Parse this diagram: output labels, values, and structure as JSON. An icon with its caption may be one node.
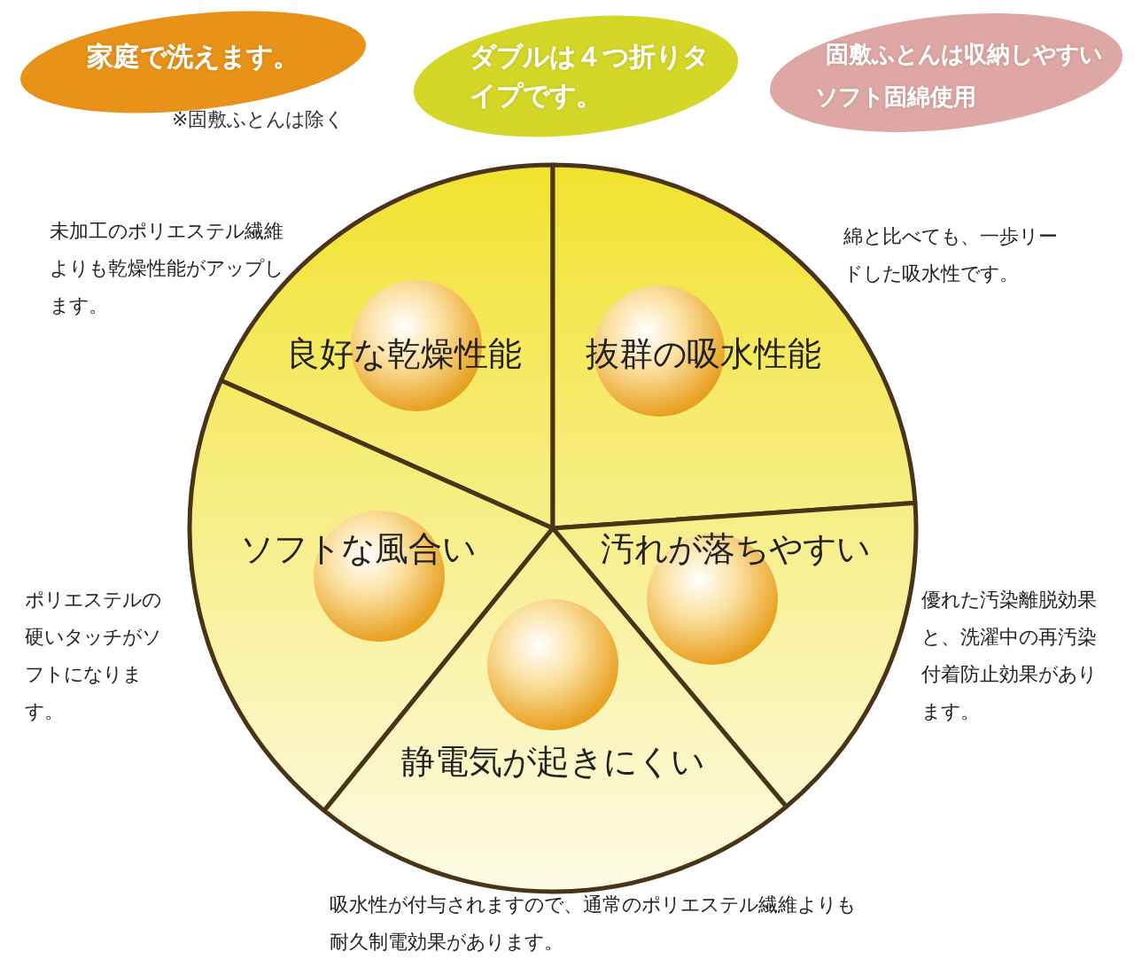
{
  "diagram": {
    "nodes": [
      {
        "text": [
          "家庭で洗えます。",
          "※固敷ふとんは除く"
        ]
      },
      {
        "text": [
          "ダブルは４つ折りタイプです。"
        ]
      },
      {
        "text": [
          "固敷ふとんは収納しやすい",
          "ソフト固綿使用"
        ]
      },
      {
        "text": [
          "良好な乾燥性能"
        ],
        "beside": [
          "未加工のポリエステル繊維よりも乾燥性能がアップします。"
        ]
      },
      {
        "text": [
          "抜群の吸水性能"
        ],
        "beside": [
          "綿と比べても、一歩リードした吸水性です。"
        ]
      },
      {
        "text": [
          "ソフトな風合い"
        ],
        "beside": [
          "ポリエステルの硬いタッチがソフトになります。"
        ]
      },
      {
        "text": [
          "汚れが落ちやすい"
        ],
        "beside": [
          "優れた汚染離脱効果と、洗濯中の再汚染付着防止効果があります。"
        ]
      },
      {
        "text": [
          "静電気が起きにくい"
        ],
        "beside": [
          "吸水性が付与されますので、通常のポリエステル繊維よりも耐久制電効果があります。"
        ]
      }
    ],
    "edges": []
  }
}
